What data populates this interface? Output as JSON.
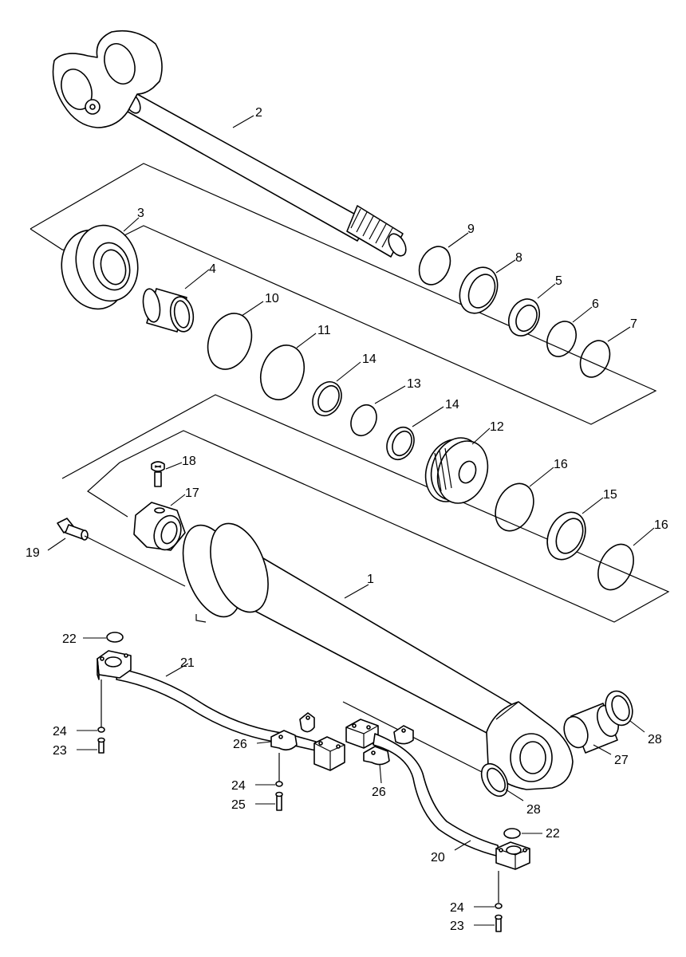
{
  "labels": {
    "p1": "1",
    "p2": "2",
    "p3": "3",
    "p4": "4",
    "p5": "5",
    "p6": "6",
    "p7": "7",
    "p8": "8",
    "p9": "9",
    "p10": "10",
    "p11": "11",
    "p12": "12",
    "p13": "13",
    "p14a": "14",
    "p14b": "14",
    "p15": "15",
    "p16a": "16",
    "p16b": "16",
    "p17": "17",
    "p18": "18",
    "p19": "19",
    "p20": "20",
    "p21": "21",
    "p22a": "22",
    "p22b": "22",
    "p23a": "23",
    "p23b": "23",
    "p24a": "24",
    "p24b": "24",
    "p24c": "24",
    "p25": "25",
    "p26a": "26",
    "p26b": "26",
    "p27": "27",
    "p28a": "28",
    "p28b": "28"
  }
}
